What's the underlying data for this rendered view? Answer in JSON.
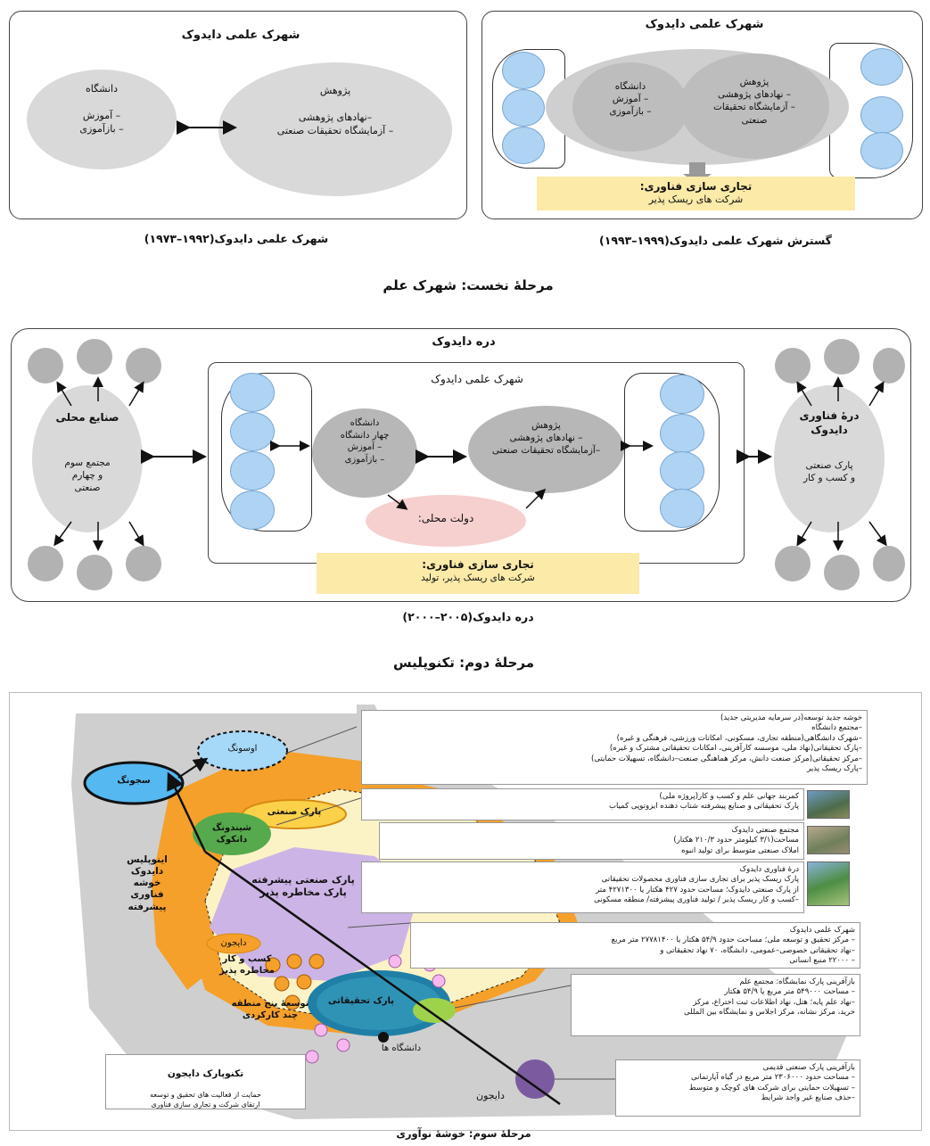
{
  "stage1": {
    "left_box": {
      "title": "شهرک علمی دایدوک",
      "university": "دانشگاه\n\n– آموزش\n– بازآموزی",
      "research": "پژوهش\n\n–نهادهای پژوهشی\n– آزمایشگاه تحقیقات صنعتی",
      "caption": "شهرک علمی دایدوک(۱۹۹۲–۱۹۷۳)"
    },
    "right_box": {
      "title": "شهرک علمی دایدوک",
      "university": "دانشگاه\n– آموزش\n– بازآموزی",
      "research": "پژوهش\n– نهادهای پژوهشی\n– آزمایشگاه تحقیقات\nصنعتی",
      "commercial_title": "تجاری سازی فناوری:",
      "commercial_sub": "شرکت های ریسک پذیر",
      "caption": "گسترش شهرک علمی دایدوک(۱۹۹۹–۱۹۹۳)"
    },
    "heading": "مرحلهٔ نخست: شهرک علم"
  },
  "stage2": {
    "valley_title": "دره دایدوک",
    "sciencetown_title": "شهرک علمی دایدوک",
    "local_industry": "صنایع محلی",
    "local_industry_sub": "مجتمع سوم\nو چهارم\nصنعتی",
    "tech_valley": "درهٔ فناوری\nدایدوک",
    "tech_valley_sub": "پارک صنعتی\nو کسب و کار",
    "university": "دانشگاه\nچهار دانشگاه\n– آموزش\n– بازآموزی",
    "research": "پژوهش\n– نهادهای پژوهشی\n–آزمایشگاه تحقیقات صنعتی",
    "local_gov": "دولت محلی:",
    "commercial_title": "تجاری سازی فناوری:",
    "commercial_sub": "شرکت های ریسک پذیر، تولید",
    "caption": "دره دایدوک(۲۰۰۵–۲۰۰۰)",
    "heading": "مرحلهٔ دوم: تکنوپلیس"
  },
  "stage3": {
    "labels": {
      "sejong": "سجونگ",
      "osong": "اوسونگ",
      "sindong": "شیندونگ\nدانکوک",
      "innopolis": "اینوپلیس\nدایدوک\nخوشه\nفناوری\nپیشرفته",
      "industrial_park": "پارک صنعتی",
      "adv_park": "پارک صنعتی پیشرفته\nپارک مخاطره پذیر",
      "daejeon_small": "دایجون",
      "venture": "کسب و کار\nمخاطره پذیر",
      "research_park": "پارک تحقیقاتی",
      "dev_zone": "توسعهٔ پنج منطقه\nچند کارکردی",
      "universities": "دانشگاه ها",
      "daejeon": "دایجون"
    },
    "techno_box": {
      "title": "تکنوپارک دایجون",
      "body": "حمایت از فعالیت های تحقیق و توسعه\nارتقای شرکت و تجاری سازی فناوری\nپیشرفته"
    },
    "notes": [
      "خوشه جدید توسعه(در سرمایه مدیریتی جدید)\n–مجتمع دانشگاه\n–شهرک دانشگاهی(منطقه تجاری، مسکونی، امکانات ورزشی، فرهنگی و غیره)\n–پارک تحقیقاتی(نهاد ملی، موسسه کارآفرینی، امکانات تحقیقاتی مشترک و غیره)\n–مرکز تحقیقاتی(مرکز صنعت دانش، مرکز هماهنگی صنعت–دانشگاه، تسهیلات حمایتی)\n–پارک ریسک پذیر",
      "کمربند جهانی علم و کسب و کار(پروژه ملی)\nپارک تحقیقاتی و صنایع پیشرفته شتاب دهنده ایزوتوپی کمیاب",
      "مجتمع صنعتی دایدوک\nمساحت(۳/۱ کیلومتر حدود ۲۱۰/۳ هکتار)\nاملاک صنعتی متوسط برای تولید انبوه",
      "درهٔ فناوری دایدوک\nپارک ریسک پذیر برای تجاری سازی فناوری محصولات تحقیقاتی\nاز پارک صنعتی دایدوک؛ مساحت حدود ۴۲۷ هکتار یا ۴۲۷۱۳۰۰ متر\n–کسب و کار ریسک پذیر / تولید فناوری پیشرفته/ منطقه مسکونی",
      "شهرک علمی دایدوک\n– مرکز تحقیق و توسعه ملی؛ مساحت حدود ۵۴/۹ هکتار یا ۲۷۷۸۱۴۰۰ متر مربع\n–نهاد تحقیقاتی خصوصی–عمومی، دانشگاه، ۷۰ نهاد تحقیقاتی و\n– ۲۲۰۰۰ منبع انسانی",
      "بازآفرینی پارک نمایشگاه: مجتمع علم\n– مساحت ۵۴۹۰۰۰ متر مربع یا ۵۴/۹ هکتار\n–نهاد علم پایه؛ هتل، نهاد اطلاعات ثبت اختراع، مرکز\nخرید، مرکز نشانه، مرکز اجلاس و نمایشگاه بین المللی",
      "بازآفرینی پارک صنعتی قدیمی\n– مساحت حدود ۲۳۰۶۰۰۰ متر مربع در گیاه آپارتمانی\n– تسهیلات حمایتی برای شرکت های کوچک و متوسط\n–حذف صنایع غیر واجد شرایط"
    ],
    "heading": "مرحلهٔ سوم: خوشهٔ نوآوری"
  },
  "colors": {
    "blue_circle": "#aed3f3",
    "gray_ellipse": "#d9d9d9",
    "yellow_box": "#fbeaa8",
    "local_gov": "#f6cfcf",
    "orange": "#f5a02a",
    "lavender": "#cdb4e6",
    "teal": "#2f93b6",
    "green": "#9ed24a",
    "sky": "#55b8f0",
    "purple": "#7b5aa0"
  }
}
